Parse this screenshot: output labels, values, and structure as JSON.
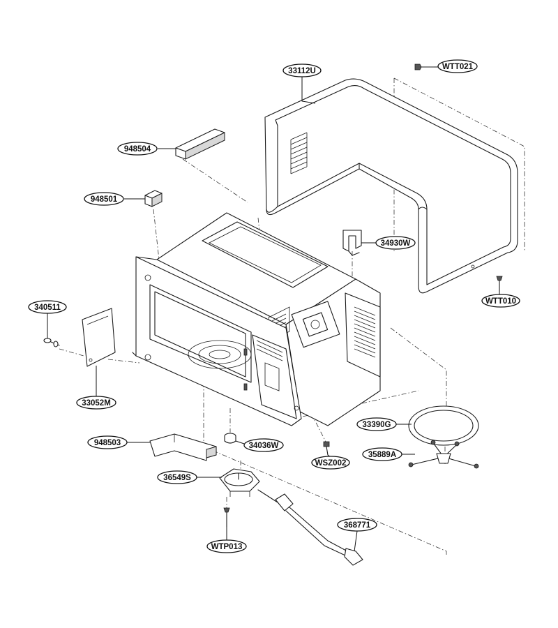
{
  "callouts": [
    {
      "id": "wtt021",
      "text": "WTT021"
    },
    {
      "id": "33112u",
      "text": "33112U"
    },
    {
      "id": "948504",
      "text": "948504"
    },
    {
      "id": "948501",
      "text": "948501"
    },
    {
      "id": "34930w",
      "text": "34930W"
    },
    {
      "id": "wtt010",
      "text": "WTT010"
    },
    {
      "id": "340511",
      "text": "340511"
    },
    {
      "id": "33052m",
      "text": "33052M"
    },
    {
      "id": "33390g",
      "text": "33390G"
    },
    {
      "id": "35889a",
      "text": "35889A"
    },
    {
      "id": "948503",
      "text": "948503"
    },
    {
      "id": "34036w",
      "text": "34036W"
    },
    {
      "id": "wsz002",
      "text": "WSZ002"
    },
    {
      "id": "36549s",
      "text": "36549S"
    },
    {
      "id": "368771",
      "text": "368771"
    },
    {
      "id": "wtp013",
      "text": "WTP013"
    }
  ]
}
